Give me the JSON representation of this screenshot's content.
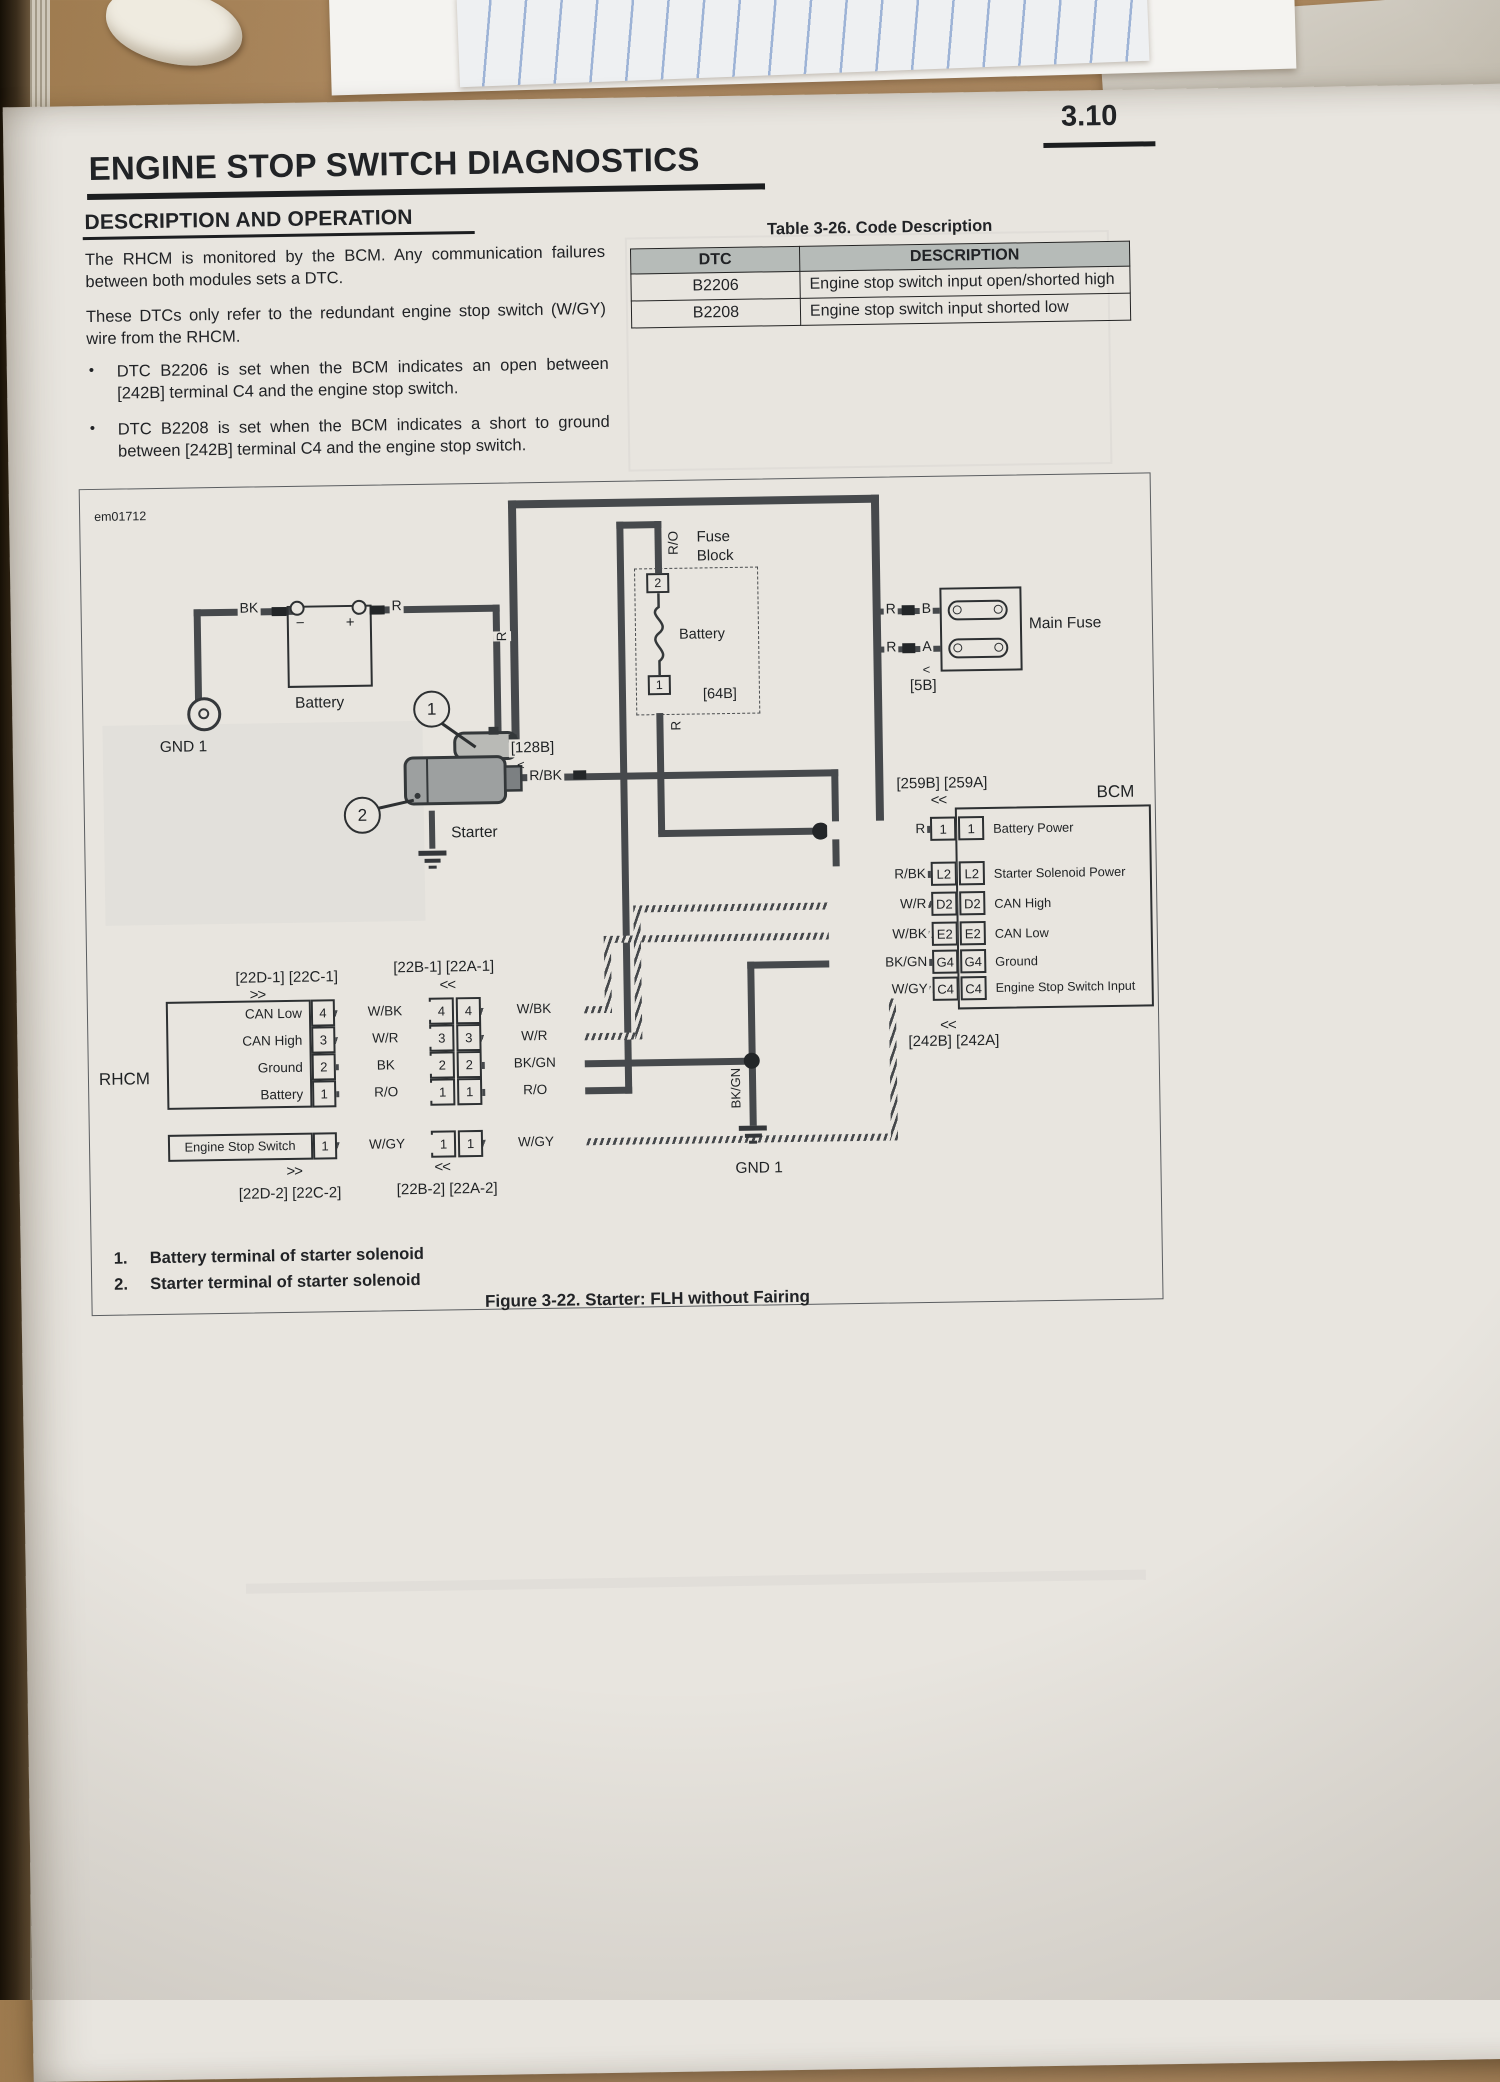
{
  "header": {
    "page_number": "3.10",
    "title": "ENGINE STOP SWITCH DIAGNOSTICS"
  },
  "description": {
    "heading": "DESCRIPTION AND OPERATION",
    "para1": "The RHCM is monitored by the BCM. Any communication failures between both modules sets a DTC.",
    "para2": "These DTCs only refer to the redundant engine stop switch (W/GY) wire from the RHCM.",
    "bullet_char": "•",
    "bullet1": "DTC B2206 is set when the BCM indicates an open between [242B] terminal C4 and the engine stop switch.",
    "bullet2": "DTC B2208 is set when the BCM indicates a short to ground between [242B] terminal C4 and the engine stop switch."
  },
  "code_table": {
    "caption": "Table 3-26. Code Description",
    "col_dtc": "DTC",
    "col_desc": "DESCRIPTION",
    "rows": [
      {
        "dtc": "B2206",
        "desc": "Engine stop switch input open/shorted high"
      },
      {
        "dtc": "B2208",
        "desc": "Engine stop switch input shorted low"
      }
    ]
  },
  "diagram": {
    "drawing_id": "em01712",
    "gnd_left": "GND 1",
    "gnd_bottom": "GND 1",
    "battery": {
      "label": "Battery",
      "wire_left": "BK",
      "wire_right": "R",
      "neg": "−",
      "pos": "+"
    },
    "callout_1": "1",
    "callout_2": "2",
    "starter_label": "Starter",
    "conn_128b": "[128B]",
    "wire_rbk": "R/BK",
    "wire_r_feed": "R",
    "fuse_block": {
      "line1": "Fuse",
      "line2": "Block",
      "pin_top": "2",
      "pin_bottom": "1",
      "fuse_name": "Battery",
      "connector": "[64B]",
      "wire_top": "R/O",
      "wire_bottom": "R"
    },
    "main_fuse": {
      "label": "Main Fuse",
      "connector": "[5B]",
      "wire_b": "R",
      "pin_b": "B",
      "wire_a": "R",
      "pin_a": "A"
    },
    "bcm": {
      "label": "BCM",
      "conn_top": "[259B] [259A]",
      "conn_bottom": "[242B] [242A]",
      "pins": [
        {
          "wire": "R",
          "pin": "1",
          "pin2": "1",
          "name": "Battery Power"
        },
        {
          "wire": "R/BK",
          "pin": "L2",
          "pin2": "L2",
          "name": "Starter Solenoid Power"
        },
        {
          "wire": "W/R",
          "pin": "D2",
          "pin2": "D2",
          "name": "CAN High"
        },
        {
          "wire": "W/BK",
          "pin": "E2",
          "pin2": "E2",
          "name": "CAN Low"
        },
        {
          "wire": "BK/GN",
          "pin": "G4",
          "pin2": "G4",
          "name": "Ground"
        },
        {
          "wire": "W/GY",
          "pin": "C4",
          "pin2": "C4",
          "name": "Engine Stop Switch Input"
        }
      ]
    },
    "rhcm": {
      "label": "RHCM",
      "conn_top_left": "[22D-1] [22C-1]",
      "conn_top_right": "[22B-1] [22A-1]",
      "conn_bottom_left": "[22D-2] [22C-2]",
      "conn_bottom_right": "[22B-2] [22A-2]",
      "rows": [
        {
          "name": "CAN Low",
          "pin": "4",
          "wire_left": "W/BK",
          "conn": "4",
          "conn2": "4",
          "wire_right": "W/BK"
        },
        {
          "name": "CAN High",
          "pin": "3",
          "wire_left": "W/R",
          "conn": "3",
          "conn2": "3",
          "wire_right": "W/R"
        },
        {
          "name": "Ground",
          "pin": "2",
          "wire_left": "BK",
          "conn": "2",
          "conn2": "2",
          "wire_right": "BK/GN"
        },
        {
          "name": "Battery",
          "pin": "1",
          "wire_left": "R/O",
          "conn": "1",
          "conn2": "1",
          "wire_right": "R/O"
        }
      ],
      "ess": {
        "name": "Engine Stop Switch",
        "pin": "1",
        "wire_left": "W/GY",
        "conn": "1",
        "conn2": "1",
        "wire_right": "W/GY"
      }
    },
    "wire_bkgn_vertical": "BK/GN",
    "symbols": {
      "arrows_right": ">>",
      "arrows_left": "<<",
      "tick": "<"
    },
    "notes": [
      {
        "num": "1.",
        "text": "Battery terminal of starter solenoid"
      },
      {
        "num": "2.",
        "text": "Starter terminal of starter solenoid"
      }
    ],
    "caption": "Figure 3-22. Starter: FLH without Fairing"
  },
  "colors": {
    "wire": "#46494c",
    "page": "#e8e5df",
    "table_header_bg": "#b6bbb8"
  }
}
